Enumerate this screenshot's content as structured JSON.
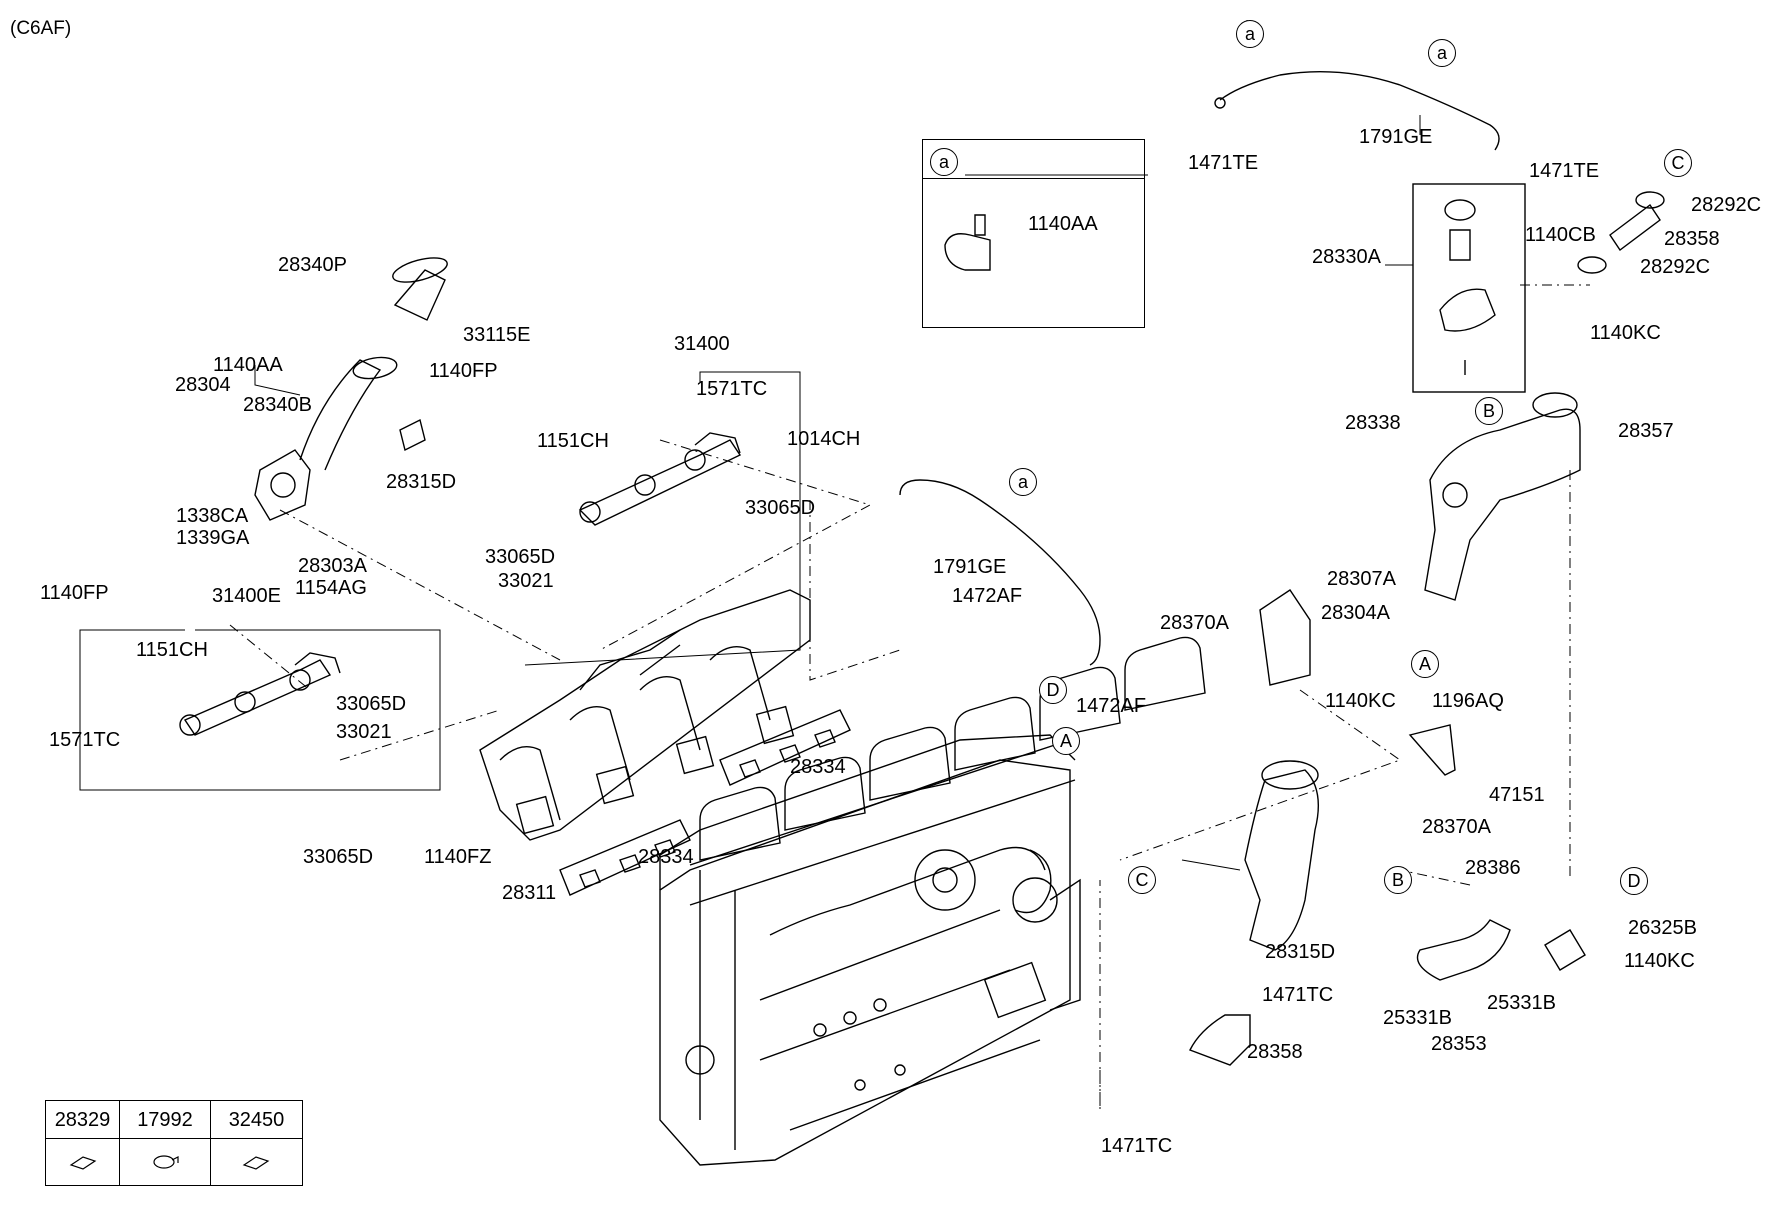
{
  "header": {
    "code": "(C6AF)"
  },
  "circle_markers": [
    "a",
    "A",
    "B",
    "C",
    "D"
  ],
  "labels": {
    "l_1471TE_a": "1471TE",
    "l_1791GE_a": "1791GE",
    "l_1471TE_b": "1471TE",
    "l_28292C_a": "28292C",
    "l_1140CB": "1140CB",
    "l_28358_a": "28358",
    "l_28292C_b": "28292C",
    "l_28330A": "28330A",
    "l_1140KC_a": "1140KC",
    "l_28338": "28338",
    "l_28357": "28357",
    "l_28307A": "28307A",
    "l_28304A": "28304A",
    "l_28370A_a": "28370A",
    "l_1140KC_b": "1140KC",
    "l_1196AQ": "1196AQ",
    "l_47151": "47151",
    "l_28370A_b": "28370A",
    "l_28386": "28386",
    "l_26325B": "26325B",
    "l_1140KC_c": "1140KC",
    "l_25331B_a": "25331B",
    "l_25331B_b": "25331B",
    "l_28353": "28353",
    "l_28315D_b": "28315D",
    "l_1471TC_a": "1471TC",
    "l_28358_b": "28358",
    "l_1471TC_b": "1471TC",
    "l_1140AA_inset": "1140AA",
    "l_28340P": "28340P",
    "l_33115E": "33115E",
    "l_1140AA": "1140AA",
    "l_28304": "28304",
    "l_28340B": "28340B",
    "l_1140FP_a": "1140FP",
    "l_28315D_a": "28315D",
    "l_1338CA": "1338CA",
    "l_1339GA": "1339GA",
    "l_28303A": "28303A",
    "l_1154AG": "1154AG",
    "l_31400": "31400",
    "l_1571TC_a": "1571TC",
    "l_1151CH_a": "1151CH",
    "l_1014CH": "1014CH",
    "l_33065D_a": "33065D",
    "l_33065D_b": "33065D",
    "l_33021_a": "33021",
    "l_1791GE_b": "1791GE",
    "l_1472AF_a": "1472AF",
    "l_1472AF_b": "1472AF",
    "l_1140FP_b": "1140FP",
    "l_31400E": "31400E",
    "l_1151CH_b": "1151CH",
    "l_33065D_c": "33065D",
    "l_33021_b": "33021",
    "l_1571TC_b": "1571TC",
    "l_28334_a": "28334",
    "l_28334_b": "28334",
    "l_33065D_d": "33065D",
    "l_1140FZ": "1140FZ",
    "l_28311": "28311"
  },
  "legend_table": {
    "headers": [
      "28329",
      "17992",
      "32450"
    ],
    "icons": [
      "gasket-icon",
      "clamp-icon",
      "gasket-icon"
    ]
  }
}
